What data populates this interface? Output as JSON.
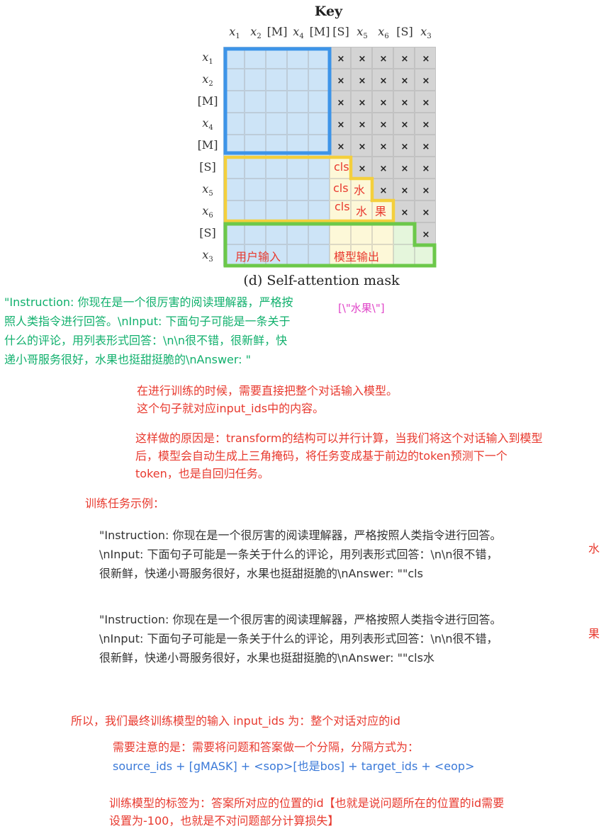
{
  "figure": {
    "key_title": "Key",
    "caption": "(d)  Self-attention mask",
    "column_labels": [
      "x1",
      "x2",
      "[M]",
      "x4",
      "[M]",
      "[S]",
      "x5",
      "x6",
      "[S]",
      "x3"
    ],
    "row_labels": [
      "x1",
      "x2",
      "[M]",
      "x4",
      "[M]",
      "[S]",
      "x5",
      "x6",
      "[S]",
      "x3"
    ],
    "mask_symbol": "×",
    "overlays": {
      "row6": [
        "cls"
      ],
      "row7": [
        "cls",
        "水"
      ],
      "row8": [
        "cls",
        "水",
        "果"
      ],
      "user_input_label": "用户输入",
      "model_output_label": "模型输出"
    },
    "colors": {
      "blue_region": "#3d94e8",
      "yellow_region": "#f4cf3c",
      "green_region": "#6cc84a",
      "masked_cell": "#d4d4d4"
    }
  },
  "green_prompt": {
    "lines": [
      "\"Instruction: 你现在是一个很厉害的阅读理解器，严格按",
      "照人类指令进行回答。\\nInput: 下面句子可能是一条关于",
      "什么的评论，用列表形式回答：\\n\\n很不错，很新鲜，快",
      "递小哥服务很好，水果也挺甜挺脆的\\nAnswer: \""
    ]
  },
  "answer_label": "[\\\"水果\\\"]",
  "notes": {
    "train_input_lines": [
      "在进行训练的时候，需要直接把整个对话输入模型。",
      "这个句子就对应input_ids中的内容。"
    ],
    "reason_lines": [
      "这样做的原因是：transform的结构可以并行计算，当我们将这个对话输入到模型",
      "后，模型会自动生成上三角掩码，将任务变成基于前边的token预测下一个",
      "token，也是自回归任务。"
    ],
    "example_title": "训练任务示例："
  },
  "examples": [
    {
      "lines": [
        "\"Instruction: 你现在是一个很厉害的阅读理解器，严格按照人类指令进行回答。",
        "\\nInput: 下面句子可能是一条关于什么的评论，用列表形式回答：\\n\\n很不错，",
        "很新鲜，快递小哥服务很好，水果也挺甜挺脆的\\nAnswer: \"\"cls"
      ],
      "target": "水"
    },
    {
      "lines": [
        "\"Instruction: 你现在是一个很厉害的阅读理解器，严格按照人类指令进行回答。",
        "\\nInput: 下面句子可能是一条关于什么的评论，用列表形式回答：\\n\\n很不错，",
        "很新鲜，快递小哥服务很好，水果也挺甜挺脆的\\nAnswer: \"\"cls水"
      ],
      "target": "果"
    }
  ],
  "summary": {
    "final_input": "所以，我们最终训练模型的输入 input_ids 为：整个对话对应的id",
    "separator_note": "需要注意的是：需要将问题和答案做一个分隔，分隔方式为：",
    "separator_format": "source_ids + [gMASK] + <sop>[也是bos] + target_ids + <eop>",
    "label_lines": [
      "训练模型的标签为：答案所对应的位置的id【也就是说问题所在的位置的id需要",
      "设置为-100，也就是不对问题部分计算损失】"
    ]
  }
}
